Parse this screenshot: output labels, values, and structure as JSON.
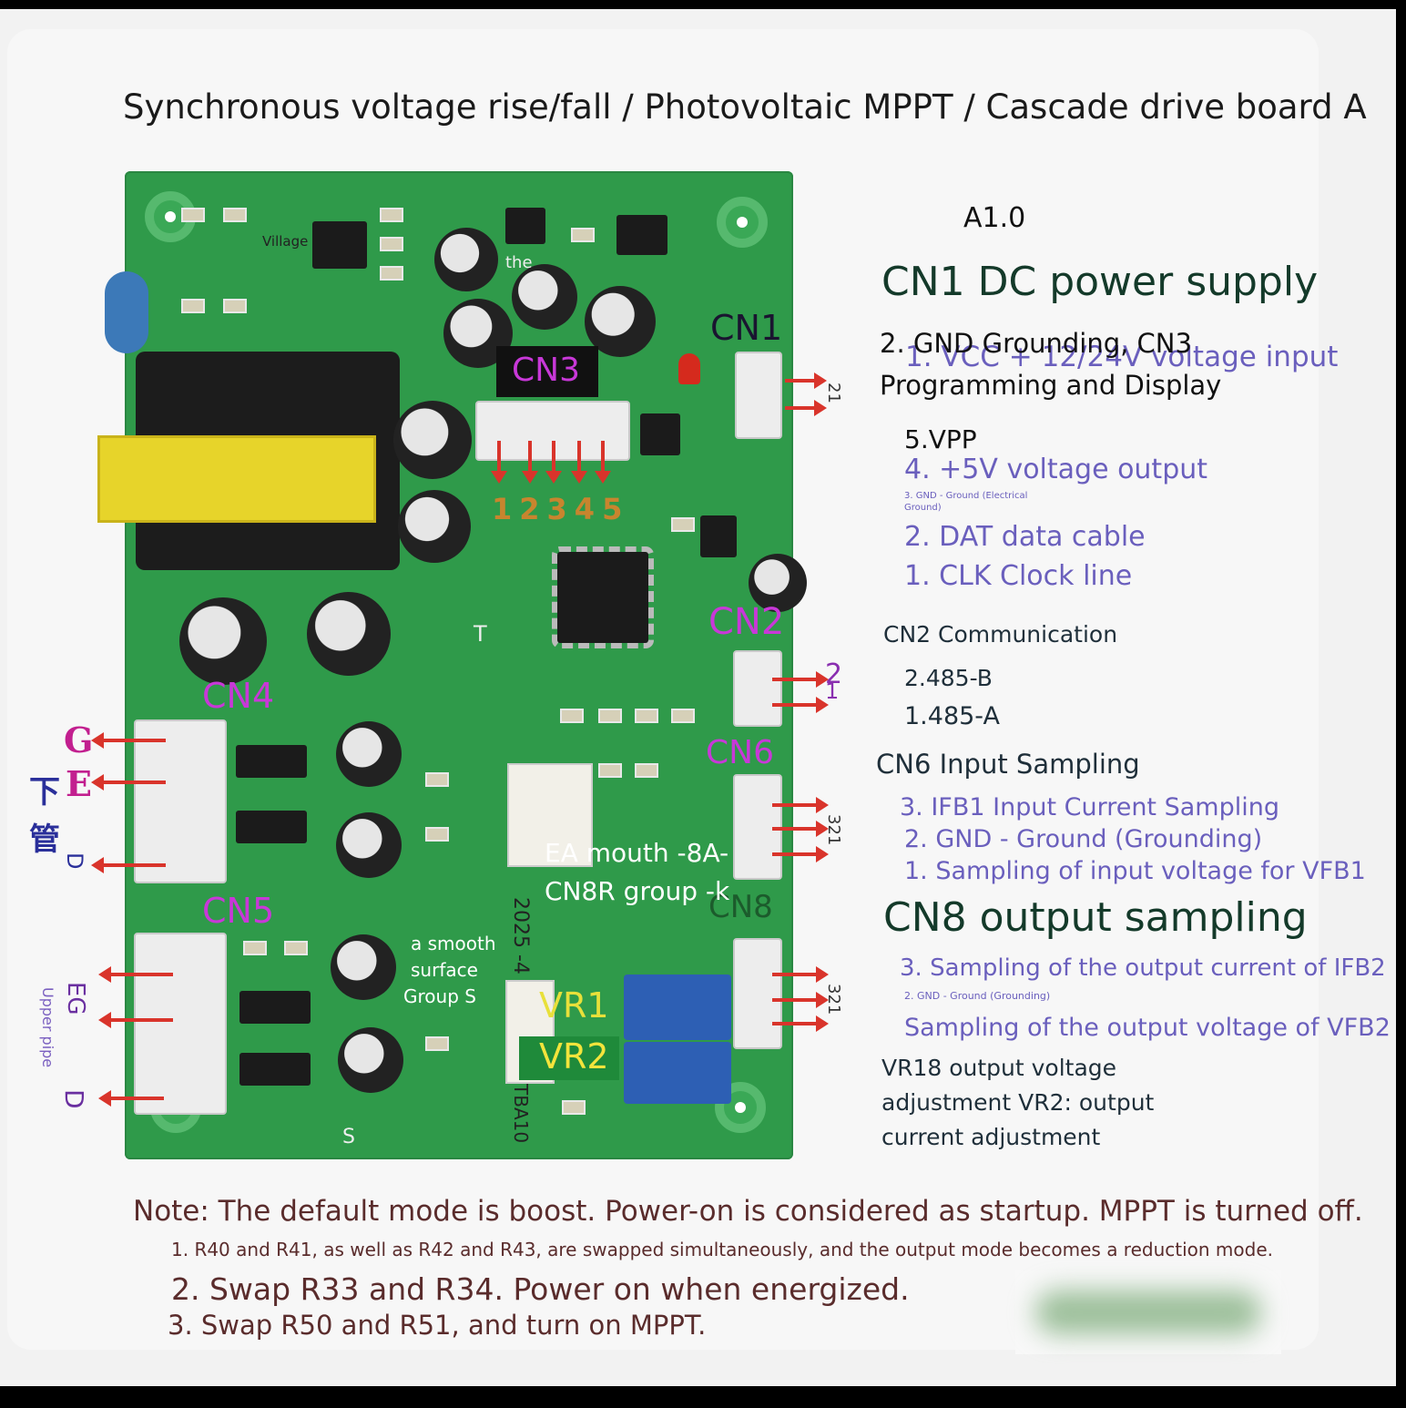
{
  "title": "Synchronous voltage rise/fall / Photovoltaic MPPT / Cascade drive board A",
  "version": "A1.0",
  "cn1": {
    "heading": "CN1 DC power supply",
    "line_gnd": "2. GND Grounding, CN3",
    "line_vcc": "1. VCC + 12/24V voltage input",
    "line_prog": "Programming and Display"
  },
  "cn3": {
    "pin5": "5.VPP",
    "pin4": "4. +5V voltage output",
    "pin3": "3. GND - Ground (Electrical Ground)",
    "pin2": "2. DAT data cable",
    "pin1": "1. CLK Clock line"
  },
  "cn2": {
    "heading": "CN2 Communication",
    "pin2": "2.485-B",
    "pin1": "1.485-A"
  },
  "cn6": {
    "heading": "CN6 Input Sampling",
    "pin3": "3. IFB1 Input Current Sampling",
    "pin2": "2. GND - Ground (Grounding)",
    "pin1": "1. Sampling of input voltage for VFB1"
  },
  "cn8": {
    "heading": "CN8 output sampling",
    "pin3": "3. Sampling of the output current of IFB2",
    "pin2": "2. GND - Ground (Grounding)",
    "pin1": "Sampling of the output voltage of VFB2"
  },
  "vr": {
    "line1": "VR18 output voltage",
    "line2": "adjustment VR2: output",
    "line3": "current adjustment"
  },
  "notes": {
    "main": "Note: The default mode is boost. Power-on is considered as startup. MPPT is turned off.",
    "n1": "1. R40 and R41, as well as R42 and R43, are swapped simultaneously, and the output mode becomes a reduction mode.",
    "n2": "2. Swap R33 and R34. Power on when energized.",
    "n3": "3. Swap R50 and R51, and turn on MPPT."
  },
  "board_labels": {
    "cn1": "CN1",
    "cn2": "CN2",
    "cn3": "CN3",
    "cn4": "CN4",
    "cn5": "CN5",
    "cn6": "CN6",
    "cn8": "CN8",
    "cn3_pins": "12345",
    "village": "Village",
    "the": "the",
    "t": "T",
    "s": "S",
    "ea_mouth": "EA mouth -8A-",
    "cn8r": "CN8R group -k",
    "smooth1": "a smooth",
    "smooth2": "surface",
    "smooth3": "Group S",
    "vr1": "VR1",
    "vr2": "VR2",
    "date": "2025 -4",
    "tba": "TBA10",
    "pins_21": "21",
    "pins_321a": "321",
    "pins_321b": "321",
    "pin2_mark": "2",
    "pin1_mark": "1",
    "g": "G",
    "e": "E",
    "d_low": "D",
    "xia": "下",
    "guan": "管",
    "eg": "EG",
    "d_up": "D",
    "upper_pipe": "Upper pipe"
  }
}
